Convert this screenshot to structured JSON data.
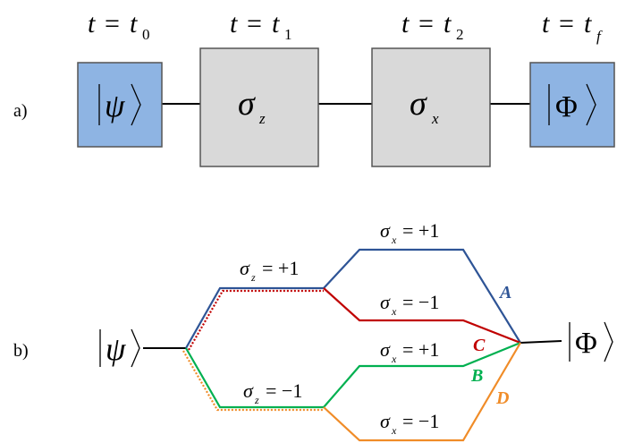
{
  "panel_a": {
    "label": "a)",
    "times": [
      {
        "t": "t",
        "eq": "=",
        "sym": "t",
        "sub": "0"
      },
      {
        "t": "t",
        "eq": "=",
        "sym": "t",
        "sub": "1"
      },
      {
        "t": "t",
        "eq": "=",
        "sym": "t",
        "sub": "2"
      },
      {
        "t": "t",
        "eq": "=",
        "sym": "t",
        "sub": "f"
      }
    ],
    "boxes": [
      {
        "sym": "ψ",
        "kind": "ket",
        "fill": "#8eb4e3"
      },
      {
        "sym": "σ",
        "sub": "z",
        "kind": "op",
        "fill": "#d9d9d9"
      },
      {
        "sym": "σ",
        "sub": "x",
        "kind": "op",
        "fill": "#d9d9d9"
      },
      {
        "sym": "Φ",
        "kind": "ket",
        "fill": "#8eb4e3"
      }
    ]
  },
  "panel_b": {
    "label": "b)",
    "input_state": "ψ",
    "output_state": "Φ",
    "branch_labels": [
      {
        "sym": "σ",
        "sub": "z",
        "text": "= +1"
      },
      {
        "sym": "σ",
        "sub": "z",
        "text": "= −1"
      },
      {
        "sym": "σ",
        "sub": "x",
        "text": "= +1"
      },
      {
        "sym": "σ",
        "sub": "x",
        "text": "= −1"
      },
      {
        "sym": "σ",
        "sub": "x",
        "text": "= +1"
      },
      {
        "sym": "σ",
        "sub": "x",
        "text": "= −1"
      }
    ],
    "paths": [
      {
        "name": "A",
        "color": "#2e5496"
      },
      {
        "name": "B",
        "color": "#00b050"
      },
      {
        "name": "C",
        "color": "#c00000"
      },
      {
        "name": "D",
        "color": "#f08c28"
      }
    ]
  }
}
